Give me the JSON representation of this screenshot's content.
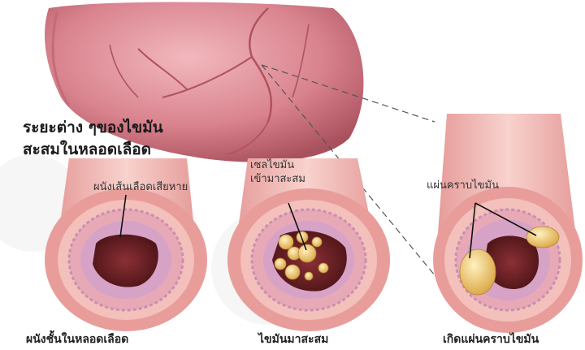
{
  "title": {
    "line1": "ระยะต่าง ๆของไขมัน",
    "line2": "สะสมในหลอดเลือด"
  },
  "callouts": {
    "damaged_wall": "ผนังเส้นเลือดเสียหาย",
    "fat_cells_line1": "เซลไขมัน",
    "fat_cells_line2": "เข้ามาสะสม",
    "plaque": "แผ่นคราบไขมัน"
  },
  "captions": {
    "stage1": "ผนังชั้นในหลอดเลือด",
    "stage2": "ไขมันมาสะสม",
    "stage3": "เกิดแผ่นคราบไขมัน"
  },
  "colors": {
    "heart": "#d9838e",
    "heart_dark": "#b8606d",
    "vessel": "#f0b8b4",
    "vessel_wall": "#e8a09e",
    "lumen": "#6a1e22",
    "fat": "#e8c06a"
  }
}
